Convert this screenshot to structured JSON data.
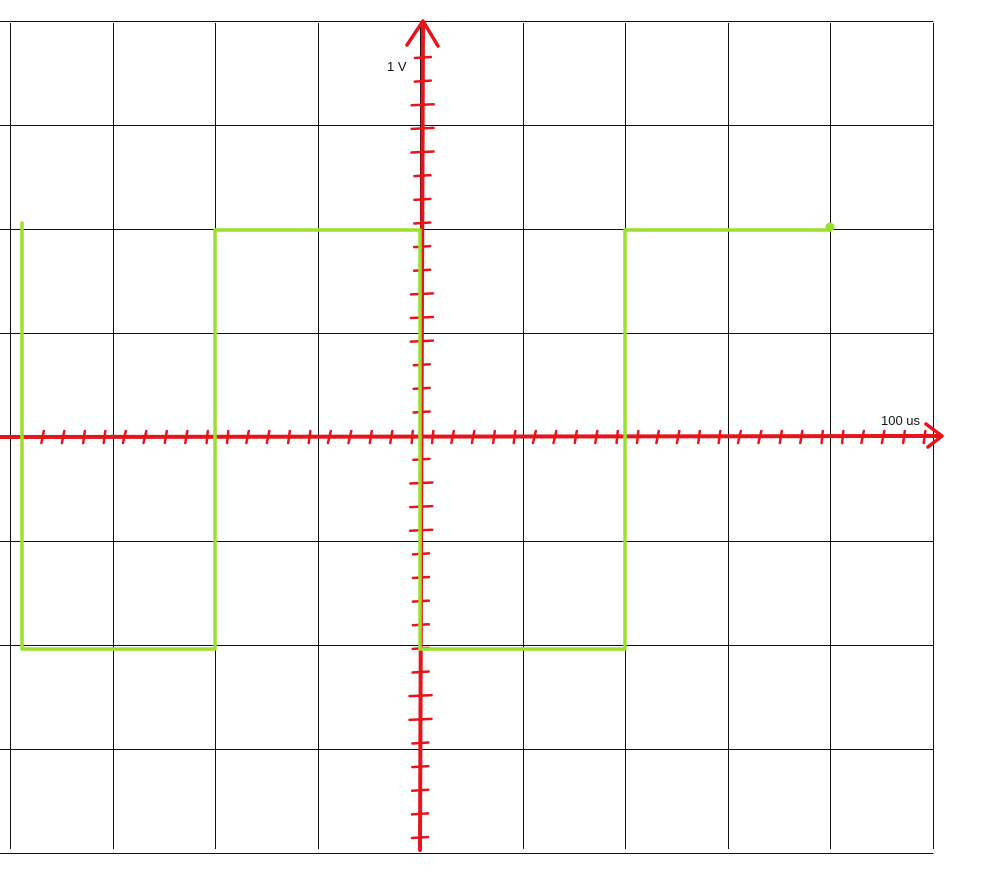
{
  "chart_data": {
    "type": "line",
    "x_unit_label": "100 us",
    "y_unit_label": "1 V",
    "x_range_divisions": [
      -4,
      5
    ],
    "y_range_divisions": [
      -4,
      4
    ],
    "grid": true,
    "grid_columns": 9,
    "grid_rows": 8,
    "signal": {
      "waveform": "square",
      "high_divisions": 2,
      "low_divisions": -2,
      "x": [
        -4,
        -4,
        -2,
        -2,
        0,
        0,
        2,
        2,
        4
      ],
      "y": [
        2,
        -2,
        -2,
        2,
        2,
        -2,
        -2,
        2,
        2
      ]
    },
    "colors": {
      "grid": "#111111",
      "axes": "#e8141c",
      "signal": "#9be02d"
    }
  }
}
